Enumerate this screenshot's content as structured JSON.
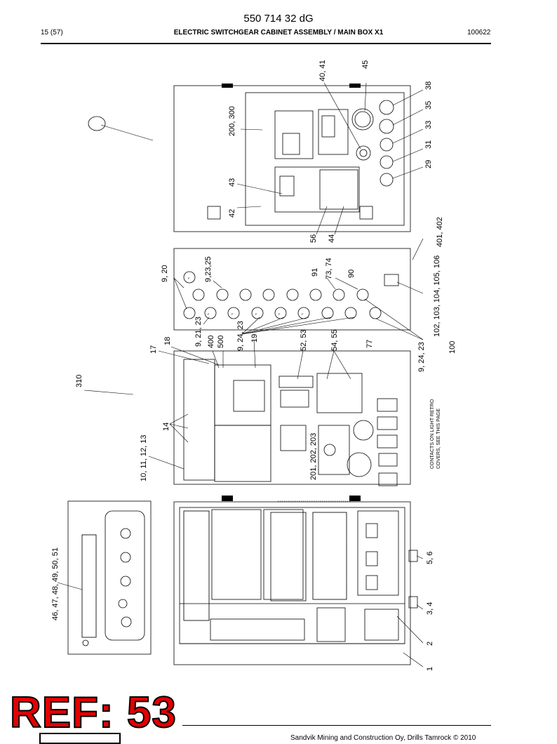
{
  "header": {
    "doc_number": "550 714 32 dG",
    "page": "15 (57)",
    "title": "ELECTRIC SWITCHGEAR CABINET ASSEMBLY / MAIN BOX X1",
    "date_code": "100622"
  },
  "callouts": {
    "c_40_41": "40, 41",
    "c_45": "45",
    "c_38": "38",
    "c_35": "35",
    "c_33": "33",
    "c_31": "31",
    "c_29": "29",
    "c_200_300": "200, 300",
    "c_43": "43",
    "c_42": "42",
    "c_56": "56",
    "c_44": "44",
    "c_401_402": "401, 402",
    "c_9_20": "9, 20",
    "c_9_23_25": "9,23,25",
    "c_91": "91",
    "c_73_74": "73, 74",
    "c_90": "90",
    "c_102_106": "102, 103, 104, 105, 106",
    "c_9_21_23": "9, 21, 23",
    "c_400": "400",
    "c_500": "500",
    "c_9_24_23_left": "9, 24, 23",
    "c_19": "19",
    "c_52_53": "52, 53",
    "c_54_55": "54, 55",
    "c_77": "77",
    "c_9_24_23_right": "9, 24, 23",
    "c_100": "100",
    "c_17": "17",
    "c_18": "18",
    "c_310": "310",
    "c_14": "14",
    "c_10_13": "10, 11, 12, 13",
    "c_201_203": "201, 202, 203",
    "c_46_51": "46, 47, 48, 49, 50, 51",
    "c_5_6": "5, 6",
    "c_3_4": "3, 4",
    "c_2": "2",
    "c_1": "1"
  },
  "note": {
    "line1": "CONTACTS ON LIGHT RETRO",
    "line2": "COVERS, SEE THIS PAGE"
  },
  "stamp": "REF: 53",
  "footer": "Sandvik Mining and Construction Oy, Drills Tamrock © 2010"
}
